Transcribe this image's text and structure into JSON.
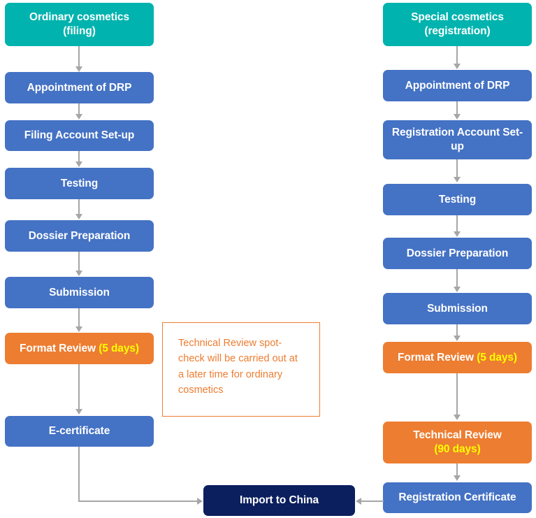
{
  "diagram": {
    "title": "China cosmetics filing and registration flowchart",
    "colors": {
      "teal": "#00b3ae",
      "blue": "#4472c4",
      "orange": "#ed7d31",
      "navy": "#0b1f5e",
      "note_border": "#ed7d31",
      "note_text": "#ed7d31",
      "connector": "#a6a6a6",
      "days_text": "#ffff00"
    },
    "left_column": {
      "name": "ordinary-cosmetics-filing-path",
      "nodes": [
        {
          "id": "l1",
          "label": "Ordinary cosmetics",
          "label2": "(filing)",
          "style": "teal"
        },
        {
          "id": "l2",
          "label": "Appointment of DRP",
          "style": "blue"
        },
        {
          "id": "l3",
          "label": "Filing Account Set-up",
          "style": "blue"
        },
        {
          "id": "l4",
          "label": "Testing",
          "style": "blue"
        },
        {
          "id": "l5",
          "label": "Dossier Preparation",
          "style": "blue"
        },
        {
          "id": "l6",
          "label": "Submission",
          "style": "blue"
        },
        {
          "id": "l7",
          "label": "Format Review ",
          "days": "(5 days)",
          "style": "orange"
        },
        {
          "id": "l8",
          "label": "E-certificate",
          "style": "blue"
        }
      ]
    },
    "right_column": {
      "name": "special-cosmetics-registration-path",
      "nodes": [
        {
          "id": "r1",
          "label": "Special cosmetics",
          "label2": "(registration)",
          "style": "teal"
        },
        {
          "id": "r2",
          "label": "Appointment of DRP",
          "style": "blue"
        },
        {
          "id": "r3",
          "label": "Registration Account Set-up",
          "style": "blue"
        },
        {
          "id": "r4",
          "label": "Testing",
          "style": "blue"
        },
        {
          "id": "r5",
          "label": "Dossier Preparation",
          "style": "blue"
        },
        {
          "id": "r6",
          "label": "Submission",
          "style": "blue"
        },
        {
          "id": "r7",
          "label": "Format Review ",
          "days": "(5 days)",
          "style": "orange"
        },
        {
          "id": "r8",
          "label": "Technical Review",
          "days": "(90 days)",
          "style": "orange"
        },
        {
          "id": "r9",
          "label": "Registration Certificate",
          "style": "blue"
        }
      ]
    },
    "note": {
      "text": "Technical Review spot-check will be carried out at a later time for ordinary cosmetics"
    },
    "final_node": {
      "label": "Import to China",
      "style": "navy"
    }
  }
}
